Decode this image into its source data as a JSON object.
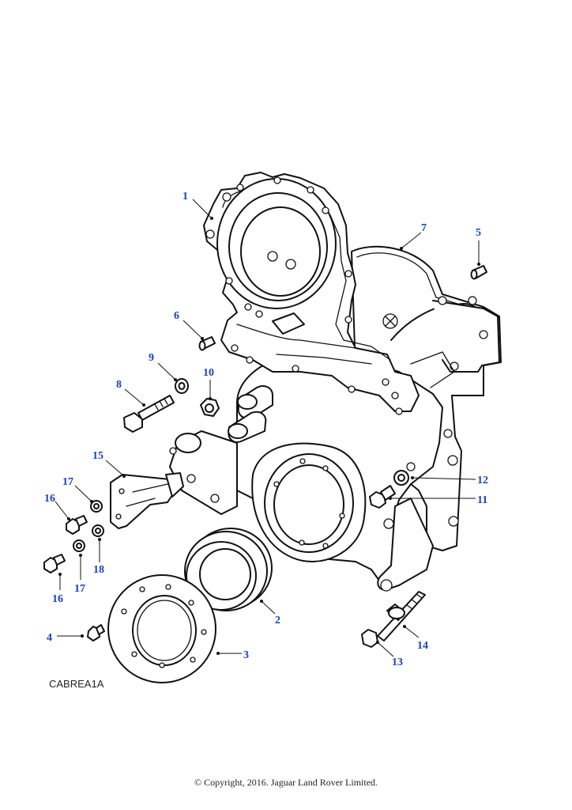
{
  "diagram": {
    "callouts": [
      {
        "id": "c1",
        "text": "1"
      },
      {
        "id": "c2",
        "text": "2"
      },
      {
        "id": "c3",
        "text": "3"
      },
      {
        "id": "c4",
        "text": "4"
      },
      {
        "id": "c5",
        "text": "5"
      },
      {
        "id": "c6",
        "text": "6"
      },
      {
        "id": "c7",
        "text": "7"
      },
      {
        "id": "c8",
        "text": "8"
      },
      {
        "id": "c9",
        "text": "9"
      },
      {
        "id": "c10",
        "text": "10"
      },
      {
        "id": "c11",
        "text": "11"
      },
      {
        "id": "c12",
        "text": "12"
      },
      {
        "id": "c13",
        "text": "13"
      },
      {
        "id": "c14",
        "text": "14"
      },
      {
        "id": "c15",
        "text": "15"
      },
      {
        "id": "c16a",
        "text": "16"
      },
      {
        "id": "c16b",
        "text": "16"
      },
      {
        "id": "c17a",
        "text": "17"
      },
      {
        "id": "c17b",
        "text": "17"
      },
      {
        "id": "c18",
        "text": "18"
      }
    ],
    "illustration_code": "CABREA1A",
    "copyright": "© Copyright, 2016. Jaguar Land Rover Limited.",
    "callout_color": "#1a3fbf",
    "line_color": "#111111"
  }
}
